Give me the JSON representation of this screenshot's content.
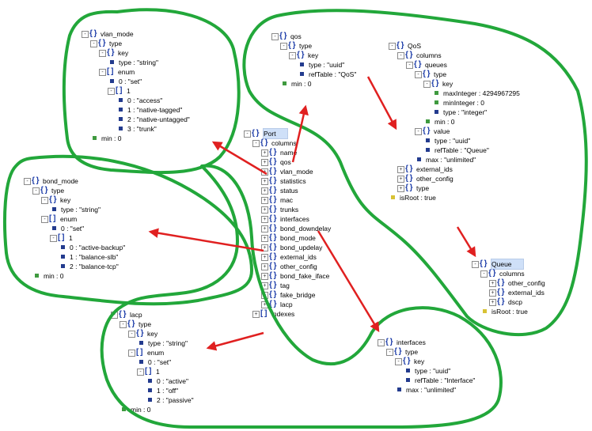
{
  "trees": [
    {
      "id": "vlan-mode-tree",
      "nodes": [
        {
          "d": 0,
          "kind": "obj",
          "label": "vlan_mode",
          "exp": "-"
        },
        {
          "d": 1,
          "kind": "obj",
          "label": "type",
          "exp": "-"
        },
        {
          "d": 2,
          "kind": "obj",
          "label": "key",
          "exp": "-"
        },
        {
          "d": 3,
          "kind": "leaf",
          "label": "type : \"string\""
        },
        {
          "d": 2,
          "kind": "arr",
          "label": "enum",
          "exp": "-"
        },
        {
          "d": 3,
          "kind": "leaf",
          "label": "0 : \"set\""
        },
        {
          "d": 3,
          "kind": "arr",
          "label": "1",
          "exp": "-"
        },
        {
          "d": 4,
          "kind": "leaf",
          "label": "0 : \"access\""
        },
        {
          "d": 4,
          "kind": "leaf",
          "label": "1 : \"native-tagged\""
        },
        {
          "d": 4,
          "kind": "leaf",
          "label": "2 : \"native-untagged\""
        },
        {
          "d": 4,
          "kind": "leaf",
          "label": "3 : \"trunk\""
        },
        {
          "d": 1,
          "kind": "leaf",
          "color": "green",
          "label": "min : 0"
        }
      ]
    },
    {
      "id": "qos-column-tree",
      "nodes": [
        {
          "d": 0,
          "kind": "obj",
          "label": "qos",
          "exp": "-"
        },
        {
          "d": 1,
          "kind": "obj",
          "label": "type",
          "exp": "-"
        },
        {
          "d": 2,
          "kind": "obj",
          "label": "key",
          "exp": "-"
        },
        {
          "d": 3,
          "kind": "leaf",
          "label": "type : \"uuid\""
        },
        {
          "d": 3,
          "kind": "leaf",
          "label": "refTable : \"QoS\""
        },
        {
          "d": 1,
          "kind": "leaf",
          "color": "green",
          "label": "min : 0"
        }
      ]
    },
    {
      "id": "qos-table-tree",
      "nodes": [
        {
          "d": 0,
          "kind": "obj",
          "label": "QoS",
          "exp": "-"
        },
        {
          "d": 1,
          "kind": "obj",
          "label": "columns",
          "exp": "-"
        },
        {
          "d": 2,
          "kind": "obj",
          "label": "queues",
          "exp": "-"
        },
        {
          "d": 3,
          "kind": "obj",
          "label": "type",
          "exp": "-"
        },
        {
          "d": 4,
          "kind": "obj",
          "label": "key",
          "exp": "-"
        },
        {
          "d": 5,
          "kind": "leaf",
          "color": "green",
          "label": "maxInteger : 4294967295"
        },
        {
          "d": 5,
          "kind": "leaf",
          "color": "green",
          "label": "minInteger : 0"
        },
        {
          "d": 5,
          "kind": "leaf",
          "label": "type : \"integer\""
        },
        {
          "d": 4,
          "kind": "leaf",
          "color": "green",
          "label": "min : 0"
        },
        {
          "d": 3,
          "kind": "obj",
          "label": "value",
          "exp": "-"
        },
        {
          "d": 4,
          "kind": "leaf",
          "label": "type : \"uuid\""
        },
        {
          "d": 4,
          "kind": "leaf",
          "label": "refTable : \"Queue\""
        },
        {
          "d": 3,
          "kind": "leaf",
          "label": "max : \"unlimited\""
        },
        {
          "d": 1,
          "kind": "obj",
          "label": "external_ids",
          "exp": "+"
        },
        {
          "d": 1,
          "kind": "obj",
          "label": "other_config",
          "exp": "+"
        },
        {
          "d": 1,
          "kind": "obj",
          "label": "type",
          "exp": "+"
        },
        {
          "d": 0,
          "kind": "leaf",
          "color": "yellow",
          "label": "isRoot : true"
        }
      ]
    },
    {
      "id": "port-tree",
      "nodes": [
        {
          "d": 0,
          "kind": "obj",
          "label": "Port",
          "exp": "-",
          "hl": true
        },
        {
          "d": 1,
          "kind": "obj",
          "label": "columns",
          "exp": "-"
        },
        {
          "d": 2,
          "kind": "obj",
          "label": "name",
          "exp": "+"
        },
        {
          "d": 2,
          "kind": "obj",
          "label": "qos",
          "exp": "+"
        },
        {
          "d": 2,
          "kind": "obj",
          "label": "vlan_mode",
          "exp": "+"
        },
        {
          "d": 2,
          "kind": "obj",
          "label": "statistics",
          "exp": "+"
        },
        {
          "d": 2,
          "kind": "obj",
          "label": "status",
          "exp": "+"
        },
        {
          "d": 2,
          "kind": "obj",
          "label": "mac",
          "exp": "+"
        },
        {
          "d": 2,
          "kind": "obj",
          "label": "trunks",
          "exp": "+"
        },
        {
          "d": 2,
          "kind": "obj",
          "label": "interfaces",
          "exp": "+"
        },
        {
          "d": 2,
          "kind": "obj",
          "label": "bond_downdelay",
          "exp": "+"
        },
        {
          "d": 2,
          "kind": "obj",
          "label": "bond_mode",
          "exp": "+"
        },
        {
          "d": 2,
          "kind": "obj",
          "label": "bond_updelay",
          "exp": "+"
        },
        {
          "d": 2,
          "kind": "obj",
          "label": "external_ids",
          "exp": "+"
        },
        {
          "d": 2,
          "kind": "obj",
          "label": "other_config",
          "exp": "+"
        },
        {
          "d": 2,
          "kind": "obj",
          "label": "bond_fake_iface",
          "exp": "+"
        },
        {
          "d": 2,
          "kind": "obj",
          "label": "tag",
          "exp": "+"
        },
        {
          "d": 2,
          "kind": "obj",
          "label": "fake_bridge",
          "exp": "+"
        },
        {
          "d": 2,
          "kind": "obj",
          "label": "lacp",
          "exp": "+"
        },
        {
          "d": 1,
          "kind": "arr",
          "label": "indexes",
          "exp": "+"
        }
      ]
    },
    {
      "id": "bond-mode-tree",
      "nodes": [
        {
          "d": 0,
          "kind": "obj",
          "label": "bond_mode",
          "exp": "-"
        },
        {
          "d": 1,
          "kind": "obj",
          "label": "type",
          "exp": "-"
        },
        {
          "d": 2,
          "kind": "obj",
          "label": "key",
          "exp": "-"
        },
        {
          "d": 3,
          "kind": "leaf",
          "label": "type : \"string\""
        },
        {
          "d": 2,
          "kind": "arr",
          "label": "enum",
          "exp": "-"
        },
        {
          "d": 3,
          "kind": "leaf",
          "label": "0 : \"set\""
        },
        {
          "d": 3,
          "kind": "arr",
          "label": "1",
          "exp": "-"
        },
        {
          "d": 4,
          "kind": "leaf",
          "label": "0 : \"active-backup\""
        },
        {
          "d": 4,
          "kind": "leaf",
          "label": "1 : \"balance-slb\""
        },
        {
          "d": 4,
          "kind": "leaf",
          "label": "2 : \"balance-tcp\""
        },
        {
          "d": 1,
          "kind": "leaf",
          "color": "green",
          "label": "min : 0"
        }
      ]
    },
    {
      "id": "lacp-tree",
      "nodes": [
        {
          "d": 0,
          "kind": "obj",
          "label": "lacp",
          "exp": "-"
        },
        {
          "d": 1,
          "kind": "obj",
          "label": "type",
          "exp": "-"
        },
        {
          "d": 2,
          "kind": "obj",
          "label": "key",
          "exp": "-"
        },
        {
          "d": 3,
          "kind": "leaf",
          "label": "type : \"string\""
        },
        {
          "d": 2,
          "kind": "arr",
          "label": "enum",
          "exp": "-"
        },
        {
          "d": 3,
          "kind": "leaf",
          "label": "0 : \"set\""
        },
        {
          "d": 3,
          "kind": "arr",
          "label": "1",
          "exp": "-"
        },
        {
          "d": 4,
          "kind": "leaf",
          "label": "0 : \"active\""
        },
        {
          "d": 4,
          "kind": "leaf",
          "label": "1 : \"off\""
        },
        {
          "d": 4,
          "kind": "leaf",
          "label": "2 : \"passive\""
        },
        {
          "d": 1,
          "kind": "leaf",
          "color": "green",
          "label": "min : 0"
        }
      ]
    },
    {
      "id": "queue-tree",
      "nodes": [
        {
          "d": 0,
          "kind": "obj",
          "label": "Queue",
          "exp": "-",
          "hl": true
        },
        {
          "d": 1,
          "kind": "obj",
          "label": "columns",
          "exp": "-"
        },
        {
          "d": 2,
          "kind": "obj",
          "label": "other_config",
          "exp": "+"
        },
        {
          "d": 2,
          "kind": "obj",
          "label": "external_ids",
          "exp": "+"
        },
        {
          "d": 2,
          "kind": "obj",
          "label": "dscp",
          "exp": "+"
        },
        {
          "d": 1,
          "kind": "leaf",
          "color": "yellow",
          "label": "isRoot : true"
        }
      ]
    },
    {
      "id": "interfaces-tree",
      "nodes": [
        {
          "d": 0,
          "kind": "obj",
          "label": "interfaces",
          "exp": "-"
        },
        {
          "d": 1,
          "kind": "obj",
          "label": "type",
          "exp": "-"
        },
        {
          "d": 2,
          "kind": "obj",
          "label": "key",
          "exp": "-"
        },
        {
          "d": 3,
          "kind": "leaf",
          "label": "type : \"uuid\""
        },
        {
          "d": 3,
          "kind": "leaf",
          "label": "refTable : \"Interface\""
        },
        {
          "d": 2,
          "kind": "leaf",
          "label": "max : \"unlimited\""
        }
      ]
    }
  ],
  "colors": {
    "outline": "#22a73a",
    "arrow": "#e02020",
    "icon": "#1c3ca8",
    "highlight": "#cfe0f8"
  }
}
